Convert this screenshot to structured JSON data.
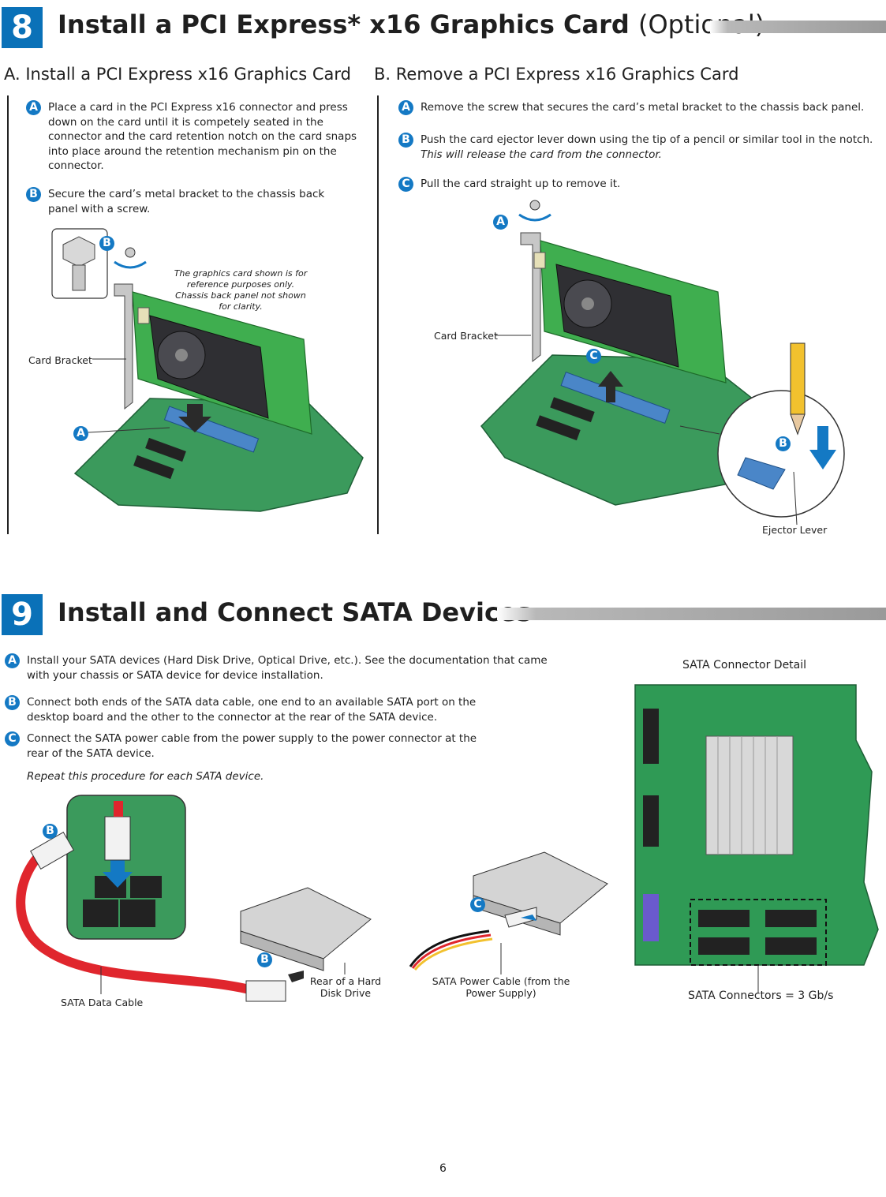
{
  "section8": {
    "number": "8",
    "title": "Install a PCI Express* x16 Graphics Card",
    "title_optional": "(Optional)",
    "partA": {
      "heading": "A. Install a PCI Express x16 Graphics Card",
      "steps": [
        {
          "letter": "A",
          "text": "Place a card in the PCI Express x16 connector and press down on the card until it is competely seated in the connector and the card retention notch on the card snaps into place around the retention mechanism pin on the connector."
        },
        {
          "letter": "B",
          "text": "Secure the card’s metal bracket to the chassis back panel with a screw."
        }
      ],
      "note": "The graphics card shown is for reference purposes only. Chassis back panel not shown for clarity.",
      "card_bracket_label": "Card Bracket",
      "callout_a": "A",
      "callout_b": "B"
    },
    "partB": {
      "heading": "B. Remove a PCI Express x16 Graphics Card",
      "steps": [
        {
          "letter": "A",
          "text": "Remove the screw that secures the card’s metal bracket to the chassis back panel."
        },
        {
          "letter": "B",
          "text": "Push the card ejector lever down using the tip of a pencil or similar tool in the notch.",
          "italic": "This will release the card from the connector."
        },
        {
          "letter": "C",
          "text": "Pull the card straight up to remove it."
        }
      ],
      "card_bracket_label": "Card Bracket",
      "ejector_label": "Ejector Lever",
      "callout_a": "A",
      "callout_b": "B",
      "callout_c": "C"
    }
  },
  "section9": {
    "number": "9",
    "title": "Install and Connect SATA Devices",
    "steps": [
      {
        "letter": "A",
        "text": "Install your SATA devices (Hard Disk Drive, Optical Drive, etc.). See the documentation that came with your chassis or SATA device for device installation."
      },
      {
        "letter": "B",
        "text": "Connect both ends of the SATA data cable, one end to an available SATA port on the desktop board and the other to the connector at the rear of the SATA device."
      },
      {
        "letter": "C",
        "text": "Connect the SATA power cable from the power supply to the power connector at the rear of the SATA device."
      }
    ],
    "repeat_note": "Repeat this procedure for each SATA device.",
    "labels": {
      "data_cable": "SATA Data Cable",
      "rear_hdd": "Rear of a Hard Disk Drive",
      "power_cable": "SATA Power Cable (from the Power Supply)",
      "connector_detail": "SATA Connector Detail",
      "connectors_speed": "SATA Connectors = 3 Gb/s"
    },
    "callout_b": "B",
    "callout_c": "C"
  },
  "page_number": "6",
  "colors": {
    "accent_blue": "#0a71b8",
    "board_green": "#2f9a55",
    "cable_red": "#e0262d"
  }
}
